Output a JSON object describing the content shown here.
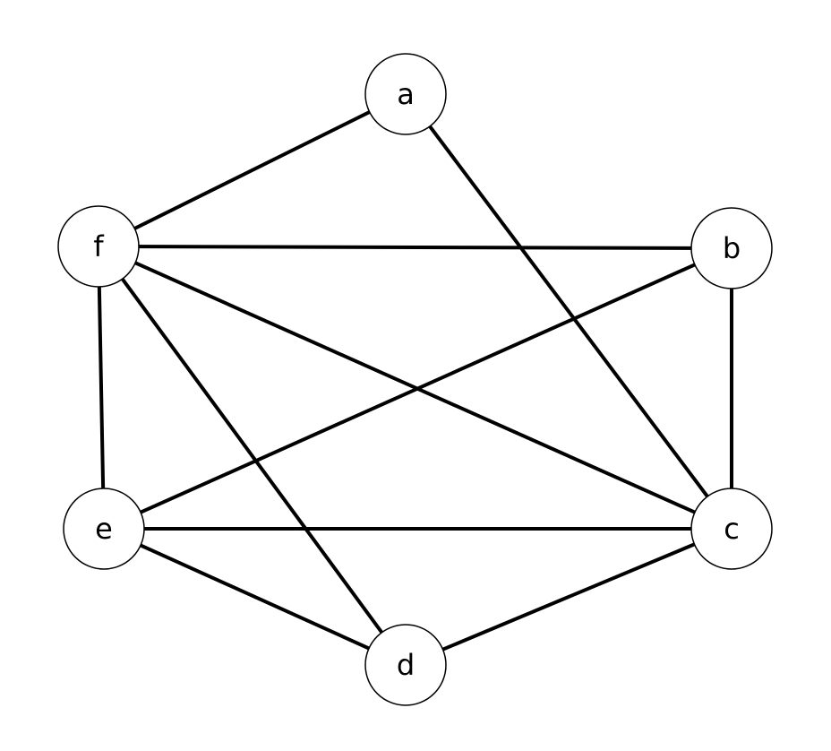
{
  "graph": {
    "nodes": [
      {
        "id": "a",
        "label": "a"
      },
      {
        "id": "b",
        "label": "b"
      },
      {
        "id": "c",
        "label": "c"
      },
      {
        "id": "d",
        "label": "d"
      },
      {
        "id": "e",
        "label": "e"
      },
      {
        "id": "f",
        "label": "f"
      }
    ],
    "edges": [
      [
        "a",
        "f"
      ],
      [
        "a",
        "c"
      ],
      [
        "f",
        "b"
      ],
      [
        "f",
        "c"
      ],
      [
        "f",
        "e"
      ],
      [
        "f",
        "d"
      ],
      [
        "b",
        "e"
      ],
      [
        "b",
        "c"
      ],
      [
        "e",
        "c"
      ],
      [
        "e",
        "d"
      ],
      [
        "d",
        "c"
      ]
    ],
    "colors": {
      "stroke": "#000000",
      "fill": "#ffffff"
    }
  }
}
